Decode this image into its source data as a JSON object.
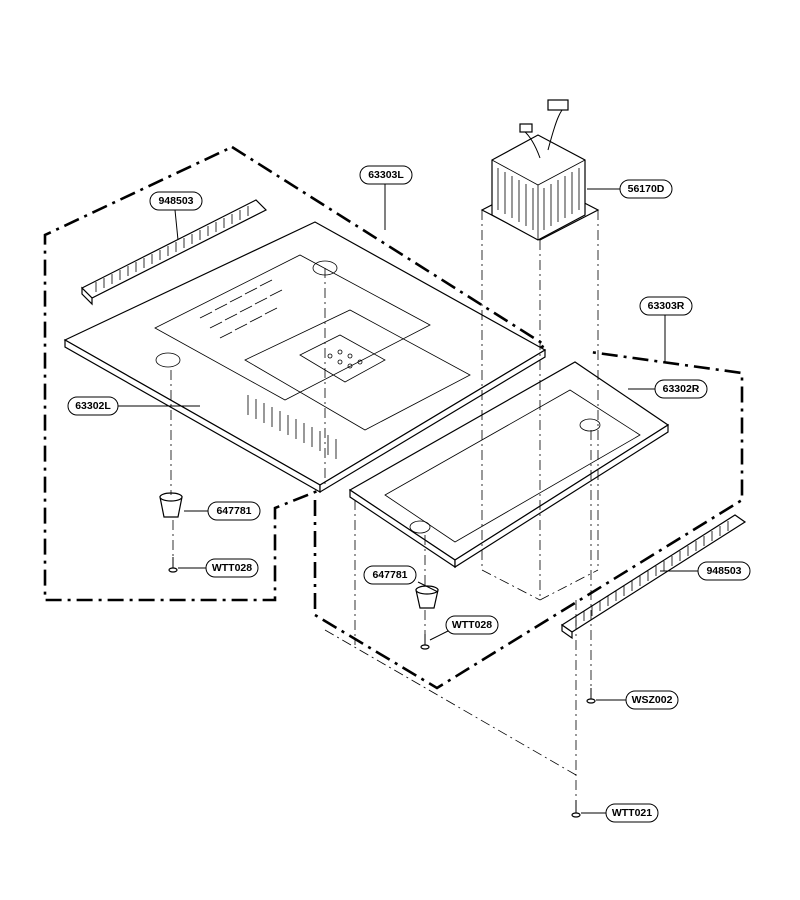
{
  "callouts": {
    "base_plate_left_part_no": "63302L",
    "base_plate_right_part_no": "63302R",
    "frame_left_part_no": "63303L",
    "frame_right_part_no": "63303R",
    "transformer_part_no": "56170D",
    "insulator_left_part_no": "948503",
    "insulator_right_part_no": "948503",
    "foot_left_part_no": "647781",
    "foot_right_part_no": "647781",
    "screw_left_part_no": "WTT028",
    "screw_right_part_no": "WTT028",
    "screw_transformer_part_no": "WSZ002",
    "screw_bottom_part_no": "WTT021"
  }
}
